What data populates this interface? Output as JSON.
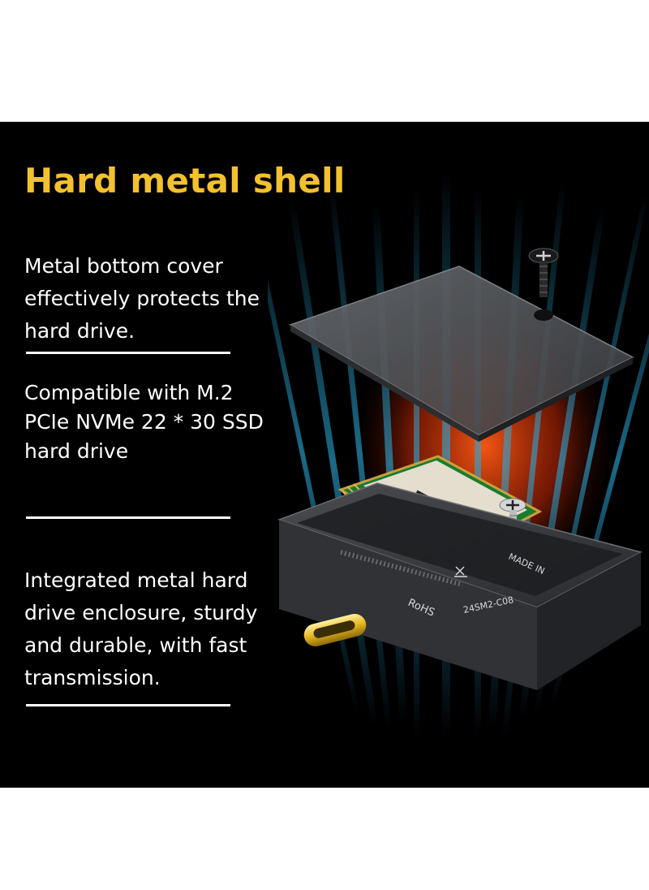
{
  "heading": "Hard metal shell",
  "features": [
    {
      "text": "Metal bottom cover effectively protects the hard drive."
    },
    {
      "text": "Compatible with M.2 PCIe NVMe 22 * 30 SSD hard drive"
    },
    {
      "text": "Integrated metal hard drive enclosure, sturdy and durable, with fast transmission."
    }
  ],
  "product_labels": {
    "rohs": "RoHS",
    "made_in": "MADE IN",
    "model": "24SM2-C08"
  },
  "colors": {
    "background": "#000000",
    "heading": "#f2c12e",
    "text": "#ffffff",
    "glow_cool": "#2aa7d6",
    "glow_warm": "#ff4a10"
  }
}
